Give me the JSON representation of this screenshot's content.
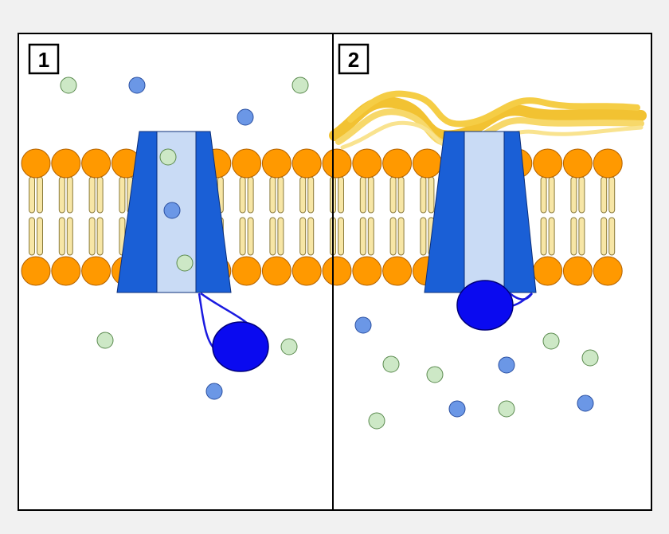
{
  "panels": [
    {
      "label": "1",
      "state": "open channel, ball tethered below"
    },
    {
      "label": "2",
      "state": "channel plugged by ball, fibrous cap on top"
    }
  ],
  "colors": {
    "background": "#f1f1f1",
    "panel_fill": "#ffffff",
    "border": "#000000",
    "lipid_head": "#ff9900",
    "lipid_head_stroke": "#b36200",
    "lipid_tail": "#f7e6a6",
    "lipid_tail_stroke": "#8a7a3a",
    "channel_wall": "#1a5fd6",
    "channel_pore": "#c9dbf5",
    "ball": "#0a0af0",
    "tether": "#1a1ae0",
    "particle_green": "#cde8c6",
    "particle_blue": "#6b97e6",
    "fiber": "#f2c232"
  },
  "icons": [
    "membrane-icon",
    "ion-channel-icon",
    "inactivation-ball-icon",
    "ion-particle-icon",
    "fiber-icon"
  ]
}
